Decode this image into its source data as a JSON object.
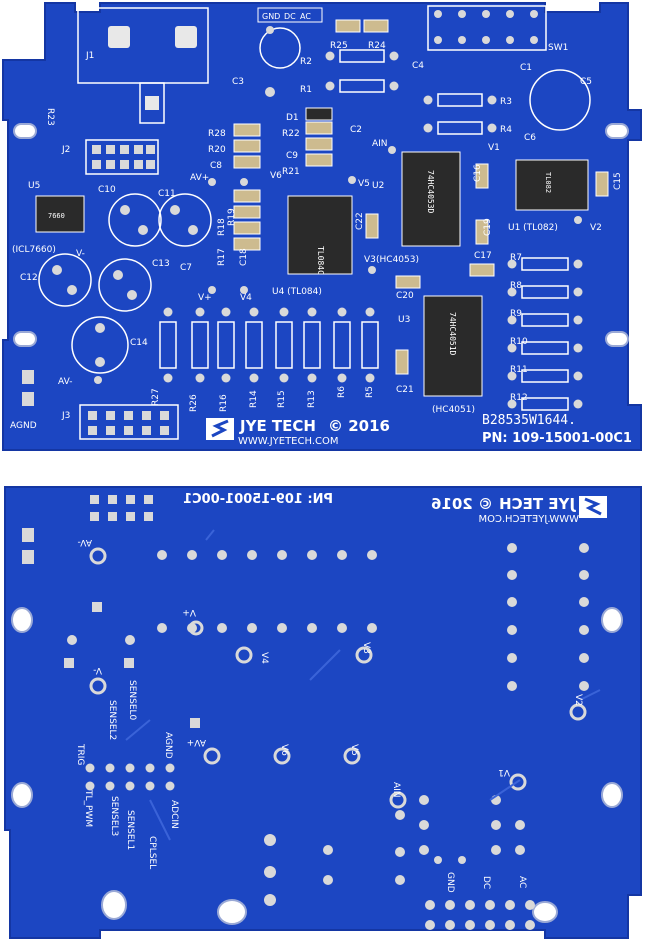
{
  "colors": {
    "pcb": "#1c46c2",
    "pcb_edge": "#1436a3",
    "silkscreen": "#ffffff",
    "pad": "#d9d9d9",
    "ic": "#2a2a2a",
    "component_tan": "#cdbb8f"
  },
  "top": {
    "brand": "JYE TECH",
    "copyright": "© 2016",
    "website": "WWW.JYETECH.COM",
    "part_number": "PN: 109-15001-00C1",
    "batch_code": "B28535W1644.",
    "header_labels": {
      "gnd": "GND",
      "dc": "DC",
      "ac": "AC"
    },
    "labels": [
      "J1",
      "J2",
      "J3",
      "R23",
      "U5",
      "(ICL7660)",
      "C10",
      "C11",
      "C12",
      "C13",
      "C14",
      "C7",
      "AV+",
      "AV-",
      "V+",
      "V-",
      "V4",
      "V5",
      "V6",
      "R28",
      "R20",
      "C8",
      "R22",
      "C9",
      "R21",
      "D1",
      "R17",
      "R19",
      "R18",
      "C18",
      "U4 (TL084)",
      "R26",
      "R16",
      "R14",
      "R15",
      "R13",
      "R6",
      "R5",
      "R27",
      "R25",
      "R24",
      "R2",
      "R1",
      "C3",
      "C4",
      "C2",
      "AIN",
      "C1",
      "SW1",
      "C5",
      "R3",
      "R4",
      "C6",
      "V1",
      "U2",
      "(HC4053)",
      "C16",
      "C19",
      "U1 (TL082)",
      "V2",
      "C15",
      "C22",
      "V3",
      "C20",
      "C17",
      "R7",
      "R8",
      "R9",
      "R10",
      "R11",
      "R12",
      "U3",
      "(HC4051)",
      "C21",
      "AGND"
    ],
    "ic_markings": {
      "u2": "74HC4053D",
      "u4": "TL084C",
      "u1": "TL082",
      "u3": "74HC4051D",
      "u5": "7660"
    }
  },
  "bottom": {
    "brand": "JYE TECH",
    "copyright": "© 2016",
    "website": "WWW.JYETECH.COM",
    "part_number": "PN: 109-15001-00C1",
    "labels": [
      "AV-",
      "V+",
      "V4",
      "V3",
      "V-",
      "V2",
      "V6",
      "V5",
      "AV+",
      "V1",
      "AIN",
      "SENSEL0",
      "SENSEL2",
      "AGND",
      "TRIG",
      "TL_PWM",
      "SENSEL3",
      "SENSEL1",
      "ADCIN",
      "CPLSEL",
      "GND",
      "DC",
      "AC"
    ]
  }
}
